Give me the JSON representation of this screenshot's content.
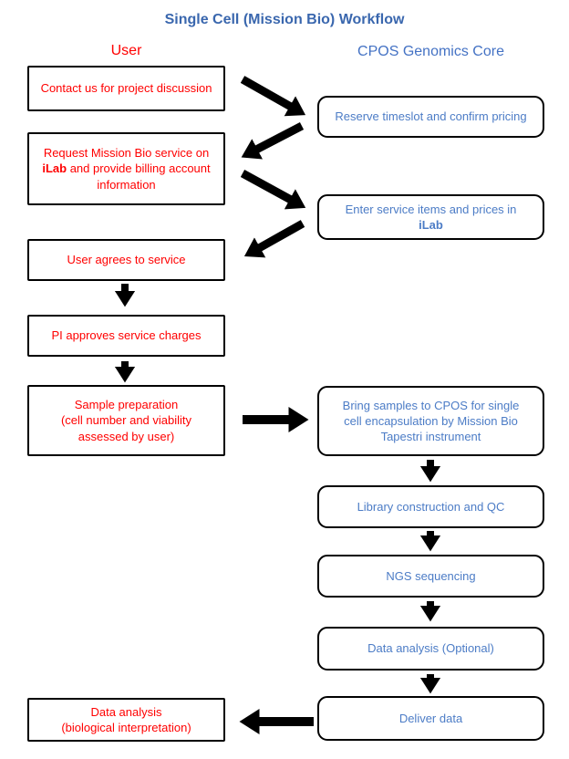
{
  "title": "Single Cell (Mission Bio) Workflow",
  "columns": {
    "user": {
      "label": "User"
    },
    "core": {
      "label": "CPOS Genomics Core"
    }
  },
  "user_steps": [
    {
      "text": "Contact us for project discussion"
    },
    {
      "pre": "Request Mission Bio service on ",
      "bold": "iLab",
      "post": " and provide billing account information"
    },
    {
      "text": "User agrees to service"
    },
    {
      "text": "PI approves service charges"
    },
    {
      "line1": "Sample preparation",
      "line2": "(cell number and viability assessed by user)"
    },
    {
      "line1": "Data analysis",
      "line2": "(biological interpretation)"
    }
  ],
  "core_steps": [
    {
      "text": "Reserve timeslot and confirm pricing"
    },
    {
      "pre": "Enter service items and prices in",
      "bold": "iLab"
    },
    {
      "text": "Bring samples to CPOS for single cell encapsulation by Mission Bio Tapestri instrument"
    },
    {
      "text": "Library construction and QC"
    },
    {
      "text": "NGS sequencing"
    },
    {
      "text": "Data analysis (Optional)"
    },
    {
      "text": "Deliver data"
    }
  ],
  "colors": {
    "red": "#FF0000",
    "blue": "#4C7CC6",
    "header_blue": "#4472C4",
    "title_blue": "#3A67AE",
    "arrow": "#000000",
    "background": "#FFFFFF"
  }
}
